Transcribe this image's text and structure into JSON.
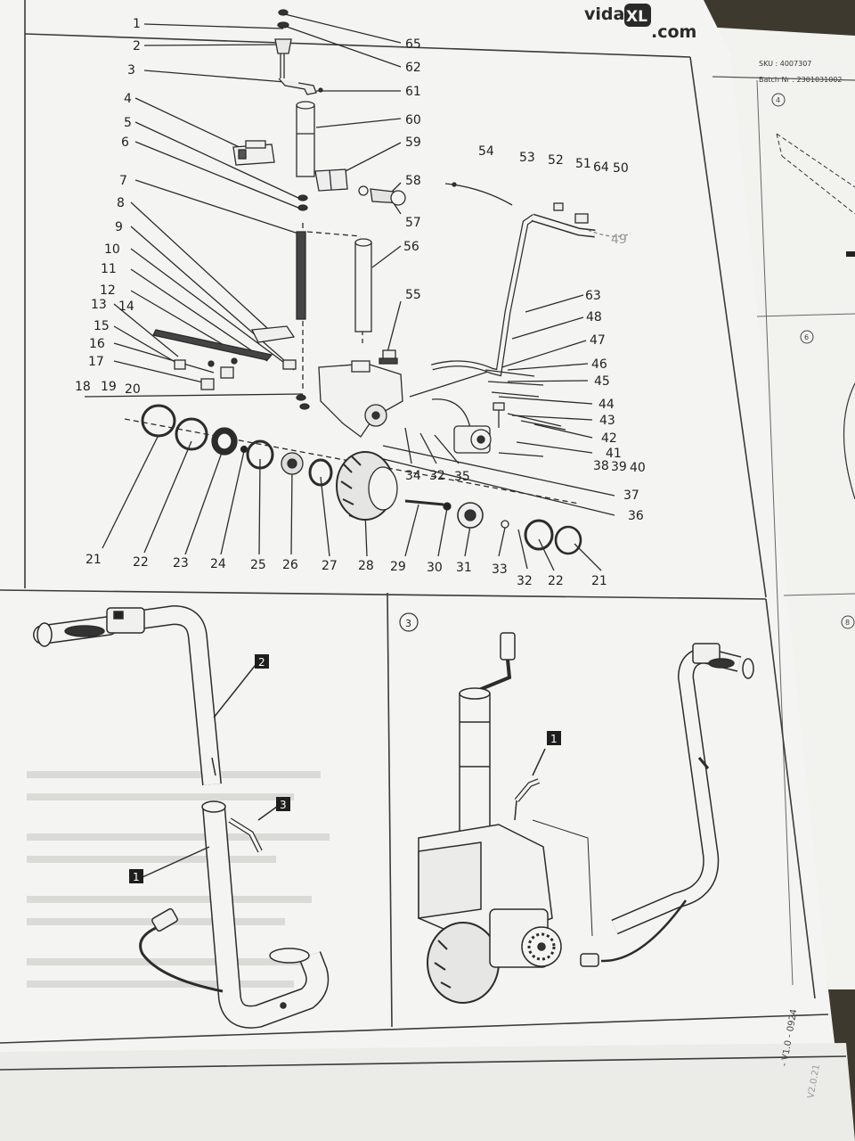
{
  "brand": {
    "left": "vida",
    "right": ".com",
    "logo_mark": "XL"
  },
  "product_info": {
    "sku": "SKU : 4007307",
    "batch": "Batch Nr : 2301031002"
  },
  "footer": {
    "version_left": "- V1.0 - 0924",
    "version_right": "V2.0.21"
  },
  "right_page": {
    "steps": [
      "4",
      "6",
      "8"
    ]
  },
  "exploded_view": {
    "left_labels": [
      "1",
      "2",
      "3",
      "4",
      "5",
      "6",
      "7",
      "8",
      "9",
      "10",
      "11",
      "12",
      "13",
      "14",
      "15",
      "16",
      "17",
      "18",
      "19",
      "20"
    ],
    "right_labels": [
      "65",
      "62",
      "61",
      "60",
      "59",
      "58",
      "57",
      "56",
      "55",
      "63",
      "48",
      "47",
      "46",
      "45",
      "44",
      "43",
      "42",
      "41",
      "37",
      "36"
    ],
    "top_labels": [
      "54",
      "53",
      "52",
      "51",
      "64",
      "50",
      "49"
    ],
    "row_labels": [
      "34",
      "32",
      "35",
      "38",
      "39",
      "40"
    ],
    "bottom_labels": [
      "21",
      "22",
      "23",
      "24",
      "25",
      "26",
      "27",
      "28",
      "29",
      "30",
      "31",
      "33",
      "32",
      "22",
      "21"
    ]
  },
  "panel_2": {
    "callouts": [
      "2",
      "3",
      "1"
    ]
  },
  "panel_3": {
    "step_number": "3",
    "callouts": [
      "1"
    ]
  }
}
